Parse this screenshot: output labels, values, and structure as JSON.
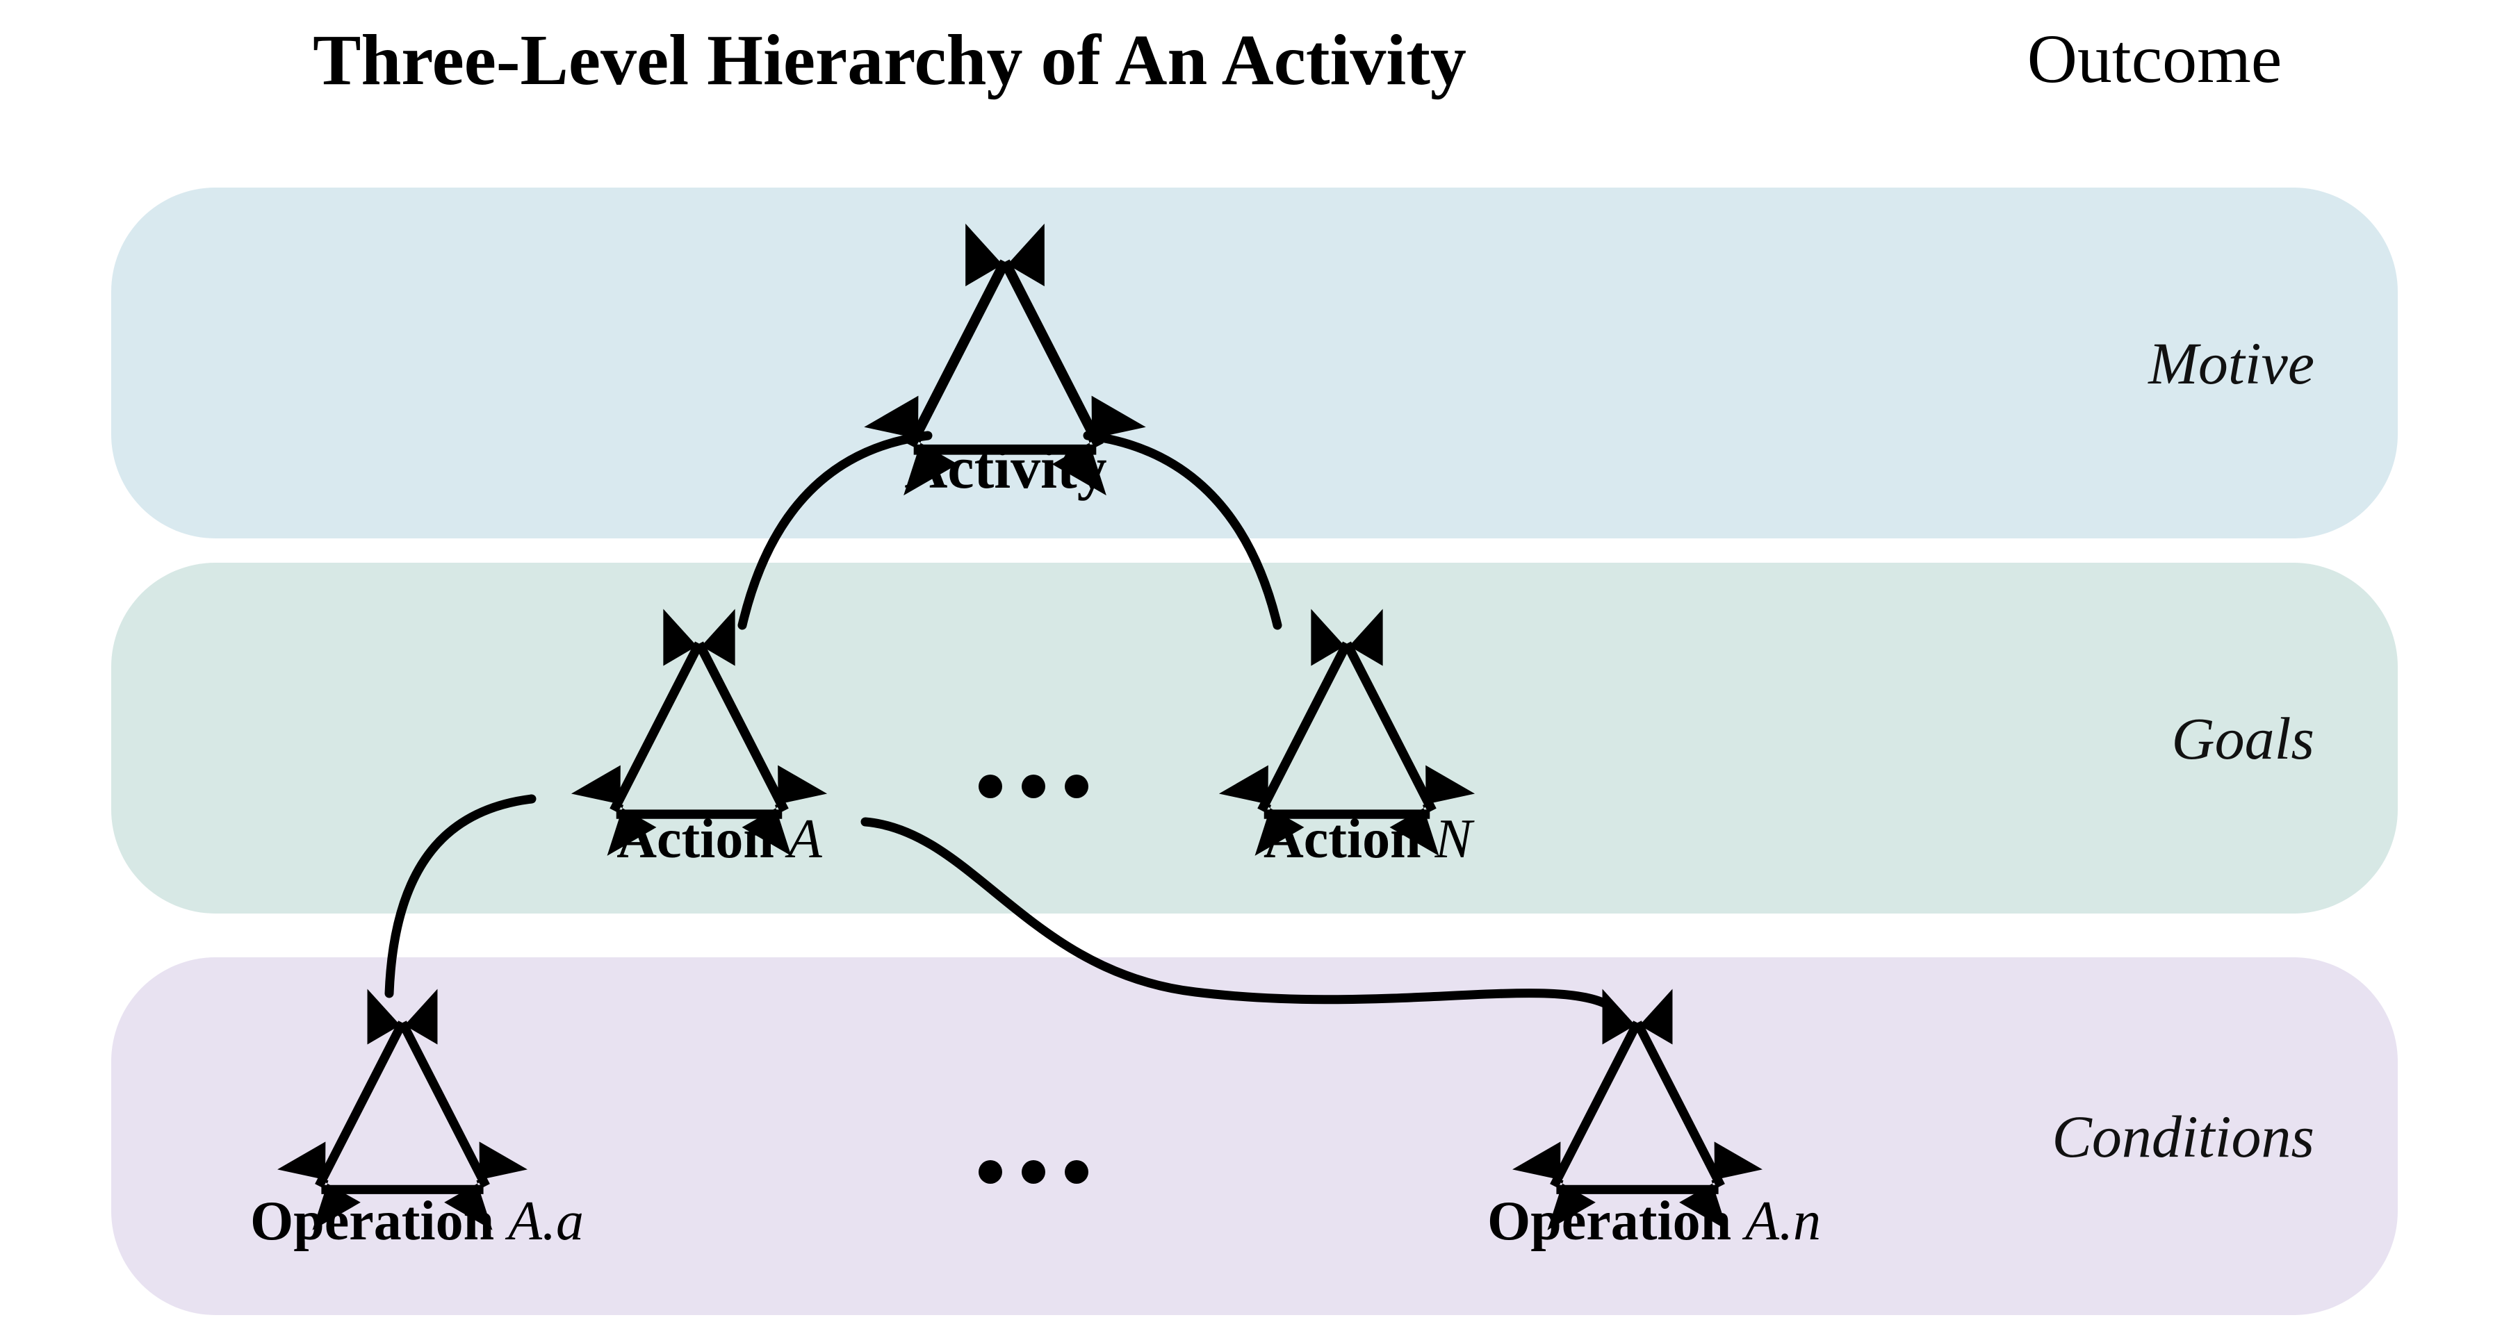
{
  "header": {
    "title": "Three-Level Hierarchy of An Activity",
    "outcome_label": "Outcome"
  },
  "levels": [
    {
      "id": "level-activity",
      "outcome": "Motive",
      "color": "#d9e9ef"
    },
    {
      "id": "level-action",
      "outcome": "Goals",
      "color": "#d7e8e5"
    },
    {
      "id": "level-operation",
      "outcome": "Conditions",
      "color": "#e8e2f1"
    }
  ],
  "nodes": {
    "activity": {
      "label": "Activity",
      "suffix": ""
    },
    "action_a": {
      "label": "Action ",
      "suffix": "A"
    },
    "action_n": {
      "label": "Action ",
      "suffix": "N"
    },
    "operation_aa": {
      "label": "Operation ",
      "suffix": "A.a"
    },
    "operation_an": {
      "label": "Operation ",
      "suffix": "A.n"
    }
  },
  "ellipsis": {
    "action_row": "...",
    "operation_row": "..."
  },
  "icons": {
    "node": "triangle-node-icon",
    "edge": "curved-connector-icon",
    "dots": "ellipsis-dots-icon"
  },
  "colors": {
    "panel_motive": "#d9e9ef",
    "panel_goals": "#d7e8e5",
    "panel_conditions": "#e8e2f1",
    "ink": "#000000",
    "background": "#ffffff"
  }
}
